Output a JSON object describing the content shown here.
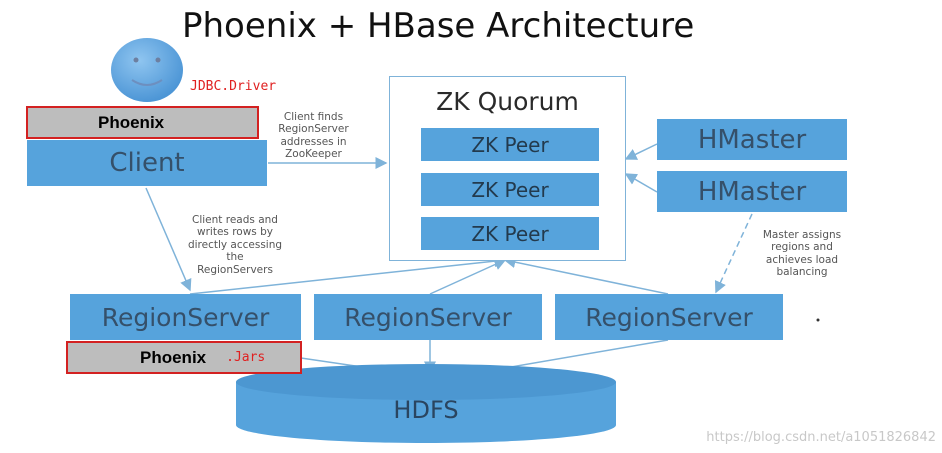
{
  "title": "Phoenix + HBase Architecture",
  "labels": {
    "jdbc_driver": "JDBC.Driver",
    "phoenix_top": "Phoenix",
    "client": "Client",
    "zk_quorum": "ZK Quorum",
    "zk_peers": [
      "ZK Peer",
      "ZK Peer",
      "ZK Peer"
    ],
    "hmasters": [
      "HMaster",
      "HMaster"
    ],
    "region_servers": [
      "RegionServer",
      "RegionServer",
      "RegionServer"
    ],
    "phoenix_bottom": "Phoenix",
    "jars": ".Jars",
    "hdfs": "HDFS"
  },
  "notes": {
    "client_finds": "Client finds\nRegionServer\naddresses in\nZooKeeper",
    "client_reads": "Client reads and\nwrites rows by\ndirectly accessing\nthe\nRegionServers",
    "master_assigns": "Master assigns\nregions and\nachieves load\nbalancing"
  },
  "watermark": "https://blog.csdn.net/a1051826842",
  "colors": {
    "box_fill": "#56a3dc",
    "phoenix_fill": "#bdbdbd",
    "highlight": "#d32121",
    "line": "#7fb3d9"
  }
}
